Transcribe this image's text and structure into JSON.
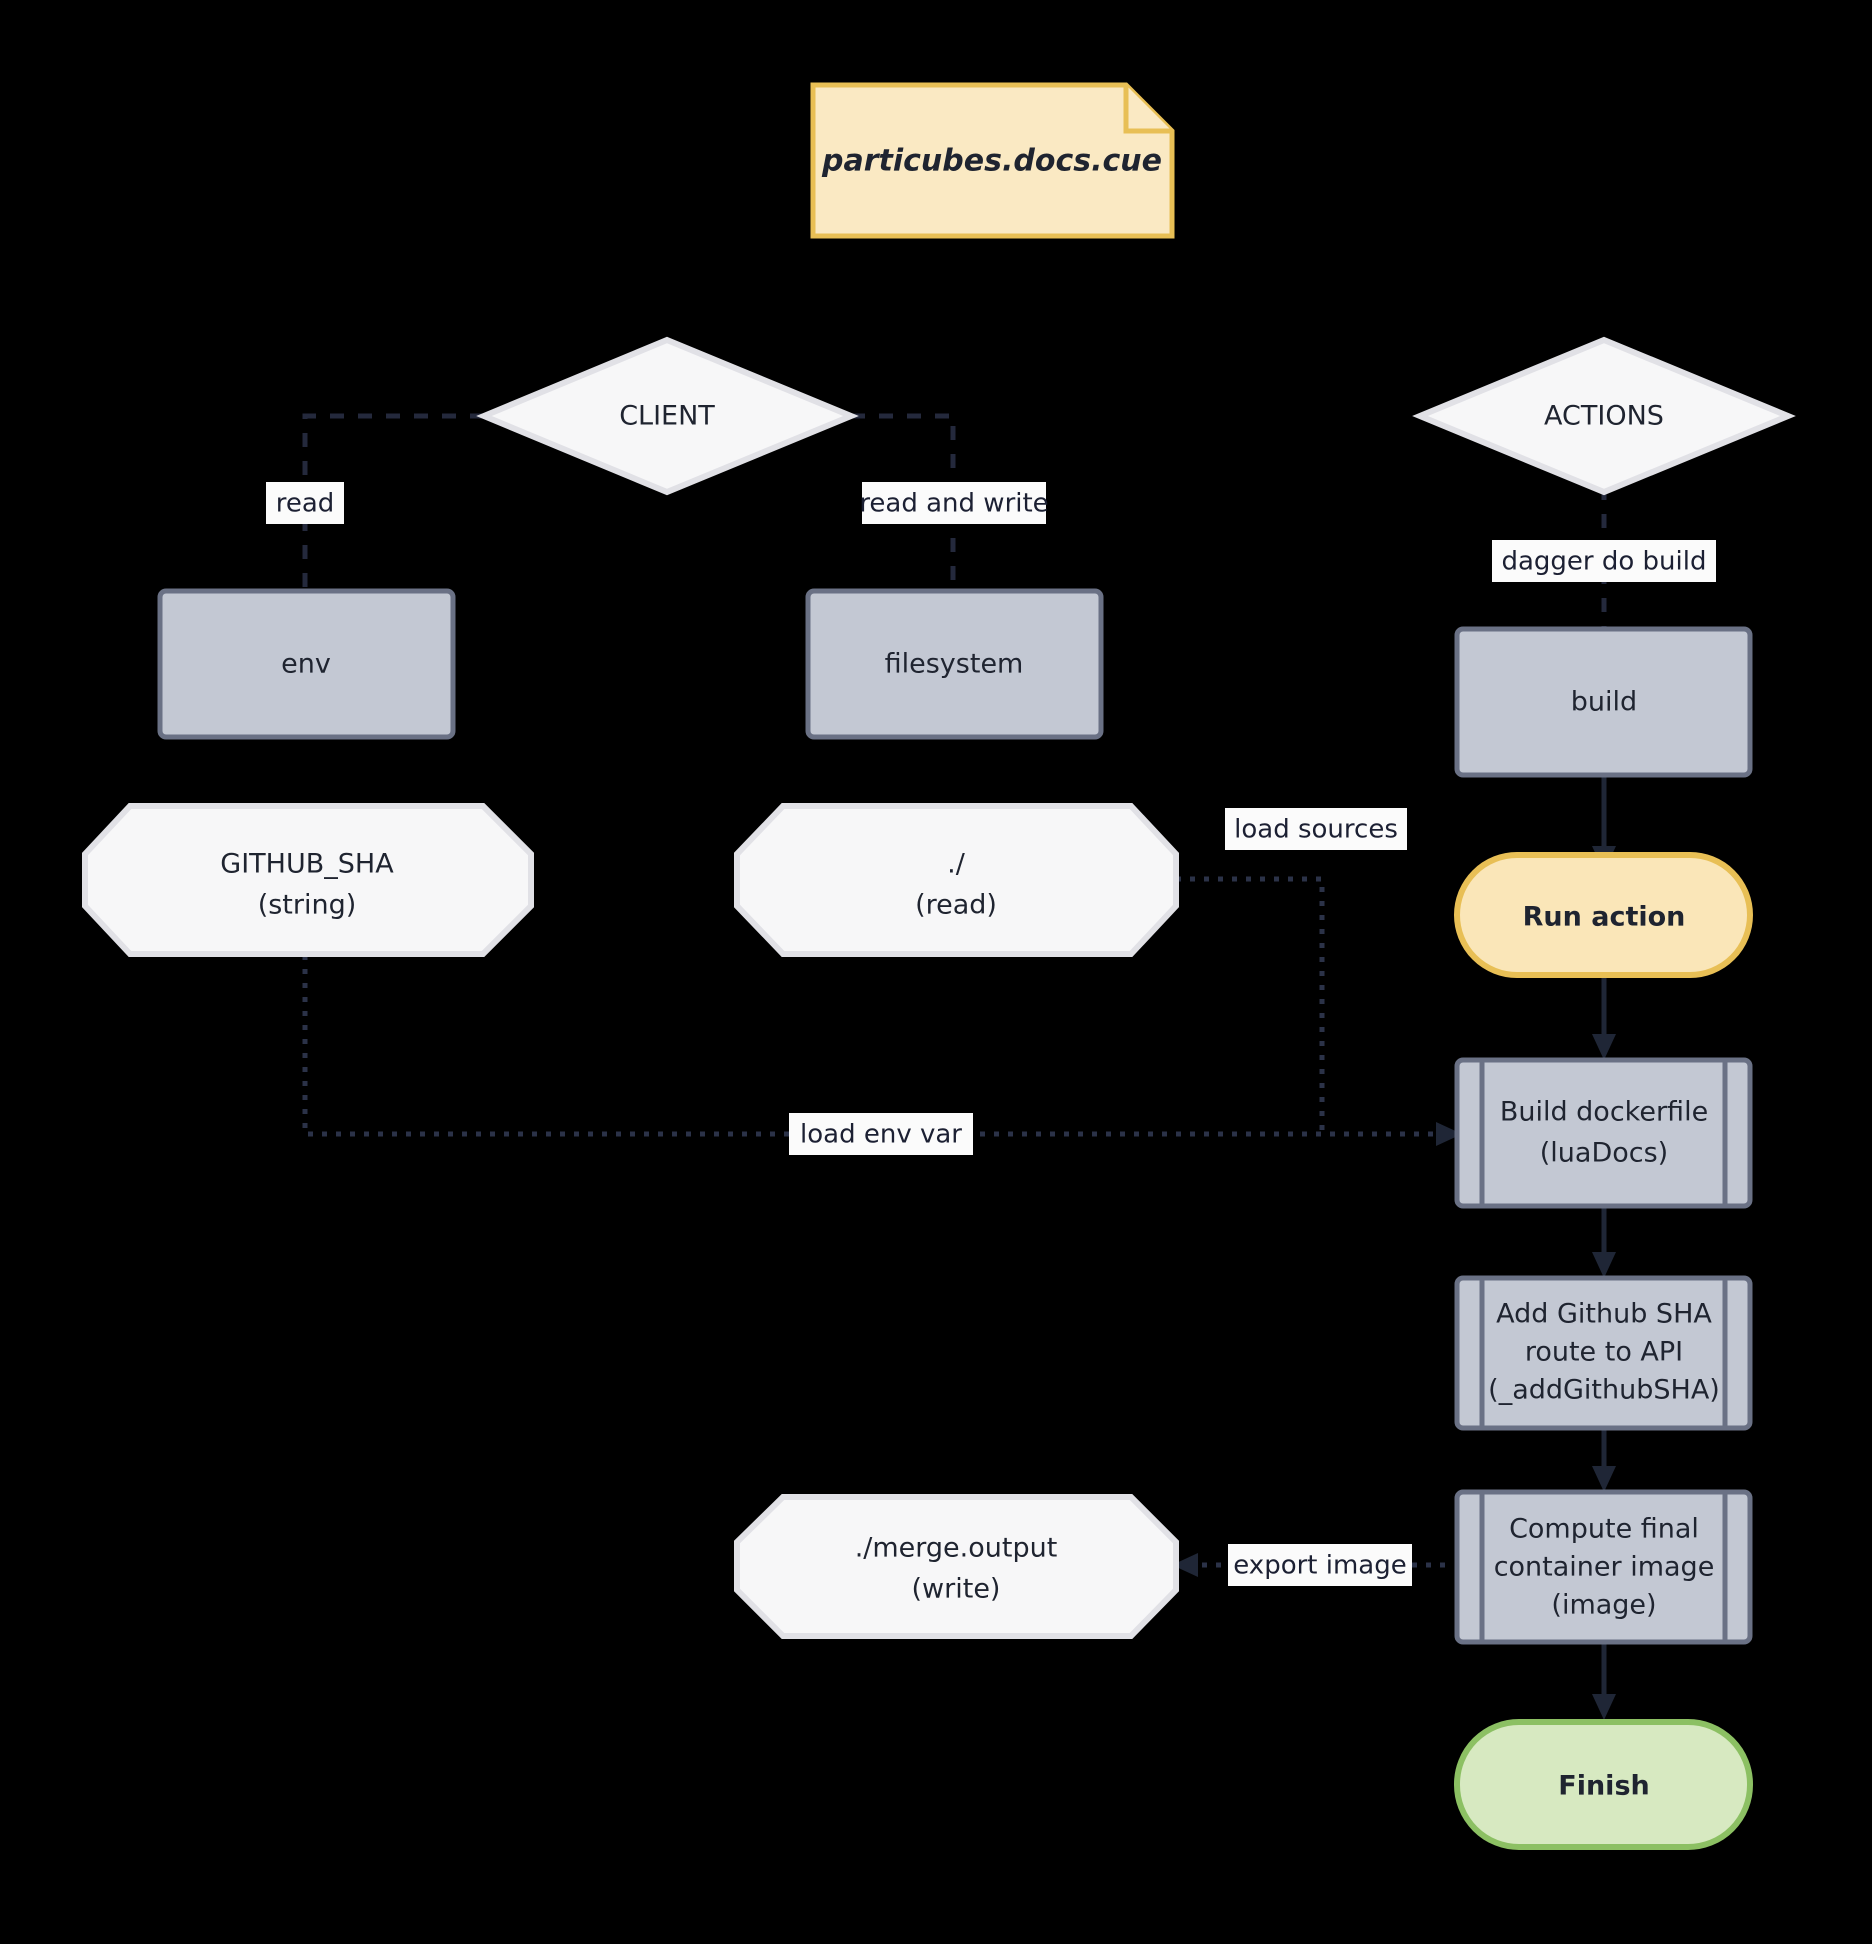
{
  "diagram": {
    "title": "particubes.docs.cue dagger pipeline flowchart",
    "background": "#000000",
    "note": {
      "label": "particubes.docs.cue"
    },
    "colors": {
      "gray_fill": "#c3c8d3",
      "gray_stroke": "#6a7185",
      "white_fill": "#f7f7f8",
      "white_stroke": "#e1e1e6",
      "yellow_fill": "#fae6b8",
      "yellow_stroke": "#e8bf55",
      "note_fill": "#fae9c3",
      "green_fill": "#d7e9c1",
      "green_stroke": "#8cc063",
      "edge": "#24293c",
      "label_bg": "#fbfbfb",
      "text": "#1f2430"
    },
    "nodes": [
      {
        "id": "note",
        "label": "particubes.docs.cue",
        "shape": "note"
      },
      {
        "id": "client",
        "label": "CLIENT",
        "shape": "diamond"
      },
      {
        "id": "actions",
        "label": "ACTIONS",
        "shape": "diamond"
      },
      {
        "id": "env",
        "label": "env",
        "shape": "rect"
      },
      {
        "id": "filesystem",
        "label": "filesystem",
        "shape": "rect"
      },
      {
        "id": "build",
        "label": "build",
        "shape": "rect"
      },
      {
        "id": "github_sha",
        "label_line1": "GITHUB_SHA",
        "label_line2": "(string)",
        "shape": "octagon"
      },
      {
        "id": "dot_read",
        "label_line1": "./",
        "label_line2": "(read)",
        "shape": "octagon"
      },
      {
        "id": "merge_out",
        "label_line1": "./merge.output",
        "label_line2": "(write)",
        "shape": "octagon"
      },
      {
        "id": "run_action",
        "label": "Run action",
        "shape": "stadium"
      },
      {
        "id": "build_docker",
        "label_line1": "Build dockerfile",
        "label_line2": "(luaDocs)",
        "shape": "subroutine"
      },
      {
        "id": "add_sha",
        "label_line1": "Add Github SHA",
        "label_line2": "route to API",
        "label_line3": "(_addGithubSHA)",
        "shape": "subroutine"
      },
      {
        "id": "compute_img",
        "label_line1": "Compute final",
        "label_line2": "container image",
        "label_line3": "(image)",
        "shape": "subroutine"
      },
      {
        "id": "finish",
        "label": "Finish",
        "shape": "stadium"
      }
    ],
    "edge_labels": {
      "read": "read",
      "read_and_write": "read and write",
      "dagger_do_build": "dagger do build",
      "load_sources": "load sources",
      "load_env_var": "load env var",
      "export_image": "export image"
    }
  }
}
